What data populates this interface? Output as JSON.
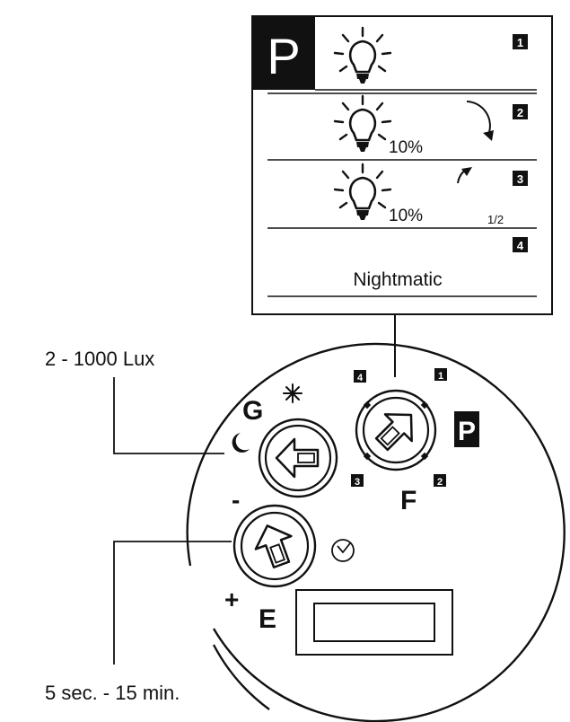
{
  "program_panel": {
    "program_letter": "P",
    "rows": [
      {
        "num": "1",
        "percent": "",
        "sub": "",
        "label": ""
      },
      {
        "num": "2",
        "percent": "10%",
        "sub": "",
        "label": ""
      },
      {
        "num": "3",
        "percent": "10%",
        "sub": "1/2",
        "label": ""
      },
      {
        "num": "4",
        "percent": "",
        "sub": "",
        "label": "Nightmatic"
      }
    ]
  },
  "labels": {
    "lux_range": "2 - 1000  Lux",
    "time_range": "5 sec. - 15 min."
  },
  "controls": {
    "G": {
      "letter": "G"
    },
    "F": {
      "letter": "F",
      "positions": [
        "1",
        "2",
        "3",
        "4"
      ],
      "badge": "P"
    },
    "E": {
      "letter": "E",
      "minus": "-",
      "plus": "+"
    }
  }
}
